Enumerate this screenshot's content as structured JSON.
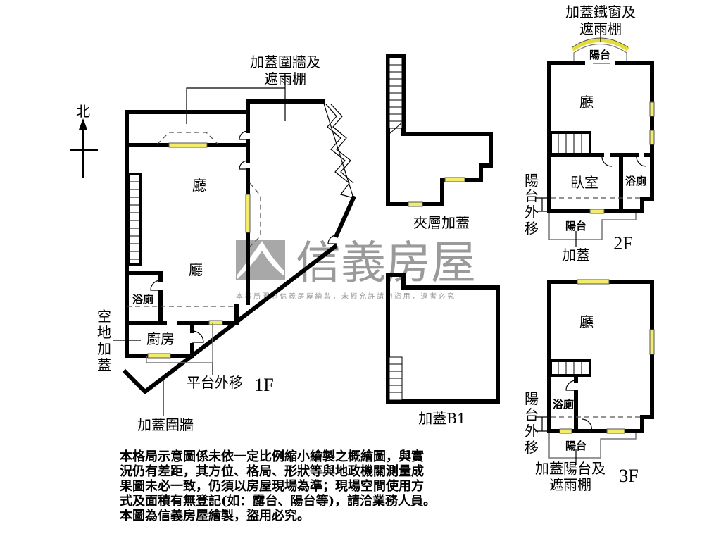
{
  "watermark": {
    "brand": "信義房屋",
    "notice": "本格局圖為信義房屋繪製，未經允許請勿盜用，違者必究",
    "color": "#9a9a9a"
  },
  "compass": {
    "north": "北"
  },
  "floor_1f": {
    "label": "1F",
    "rooms": [
      "廳",
      "廳",
      "浴廁",
      "廚房"
    ],
    "annotations": {
      "roof_wall_line1": "加蓋圍牆及",
      "roof_wall_line2": "遮雨棚",
      "open_space": [
        "空",
        "地",
        "加",
        "蓋"
      ],
      "platform_shift": "平台外移",
      "added_wall": "加蓋圍牆"
    }
  },
  "mezzanine": {
    "label": "夾層加蓋"
  },
  "b1": {
    "label": "加蓋B1"
  },
  "floor_2f": {
    "label": "2F",
    "rooms": [
      "廳",
      "臥室",
      "浴廁",
      "陽台",
      "陽台"
    ],
    "annotations": {
      "top_line1": "加蓋鐵窗及",
      "top_line2": "遮雨棚",
      "balcony_shift": [
        "陽",
        "台",
        "外",
        "移"
      ],
      "added": "加蓋"
    }
  },
  "floor_3f": {
    "label": "3F",
    "rooms": [
      "廳",
      "浴廁",
      "陽台"
    ],
    "annotations": {
      "balcony_shift": [
        "陽",
        "台",
        "外",
        "移"
      ],
      "bottom_line1": "加蓋陽台及",
      "bottom_line2": "遮雨棚"
    }
  },
  "colors": {
    "wall": "#000000",
    "window": "#f2ec6a"
  },
  "disclaimer": [
    "本格局示意圖係未依一定比例縮小繪製之概繪圖，與實",
    "況仍有差距，其方位、格局、形狀等與地政機關測量成",
    "果圖未必一致，仍須以房屋現場為準；現場空間使用方",
    "式及面積有無登記(如：露台、陽台等)，請洽業務人員。",
    "本圖為信義房屋繪製，盜用必究。"
  ]
}
